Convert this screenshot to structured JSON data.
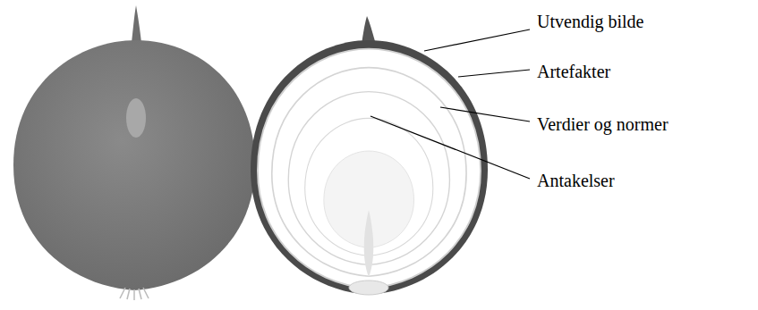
{
  "diagram": {
    "labels": [
      "Utvendig bilde",
      "Artefakter",
      "Verdier og normer",
      "Antakelser"
    ]
  }
}
